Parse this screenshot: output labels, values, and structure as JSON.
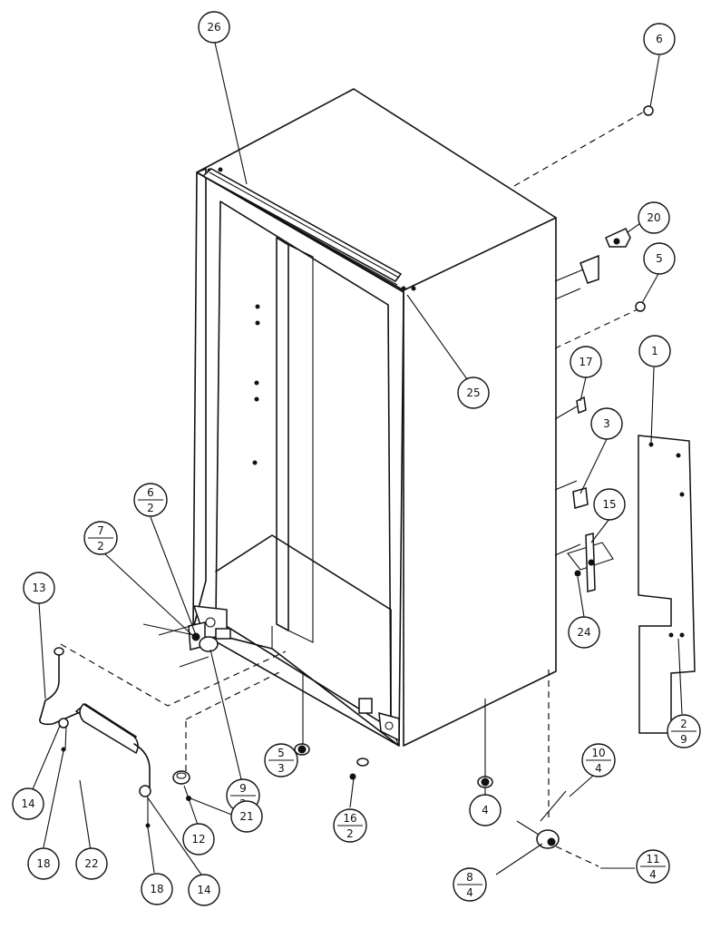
{
  "callouts": {
    "c26": "26",
    "c6": "6",
    "c20": "20",
    "c5": "5",
    "c17": "17",
    "c1": "1",
    "c3": "3",
    "c15": "15",
    "c25": "25",
    "c24": "24",
    "c6_2": {
      "top": "6",
      "bottom": "2"
    },
    "c7_2": {
      "top": "7",
      "bottom": "2"
    },
    "c13": "13",
    "c9_2": {
      "top": "9",
      "bottom": "2"
    },
    "c5_3": {
      "top": "5",
      "bottom": "3"
    },
    "c16_2": {
      "top": "16",
      "bottom": "2"
    },
    "c2_9": {
      "top": "2",
      "bottom": "9"
    },
    "c4": "4",
    "c10_4": {
      "top": "10",
      "bottom": "4"
    },
    "c11_4": {
      "top": "11",
      "bottom": "4"
    },
    "c8_4": {
      "top": "8",
      "bottom": "4"
    },
    "c14a": "14",
    "c18a": "18",
    "c22": "22",
    "c18b": "18",
    "c14b": "14",
    "c12": "12",
    "c21": "21"
  }
}
